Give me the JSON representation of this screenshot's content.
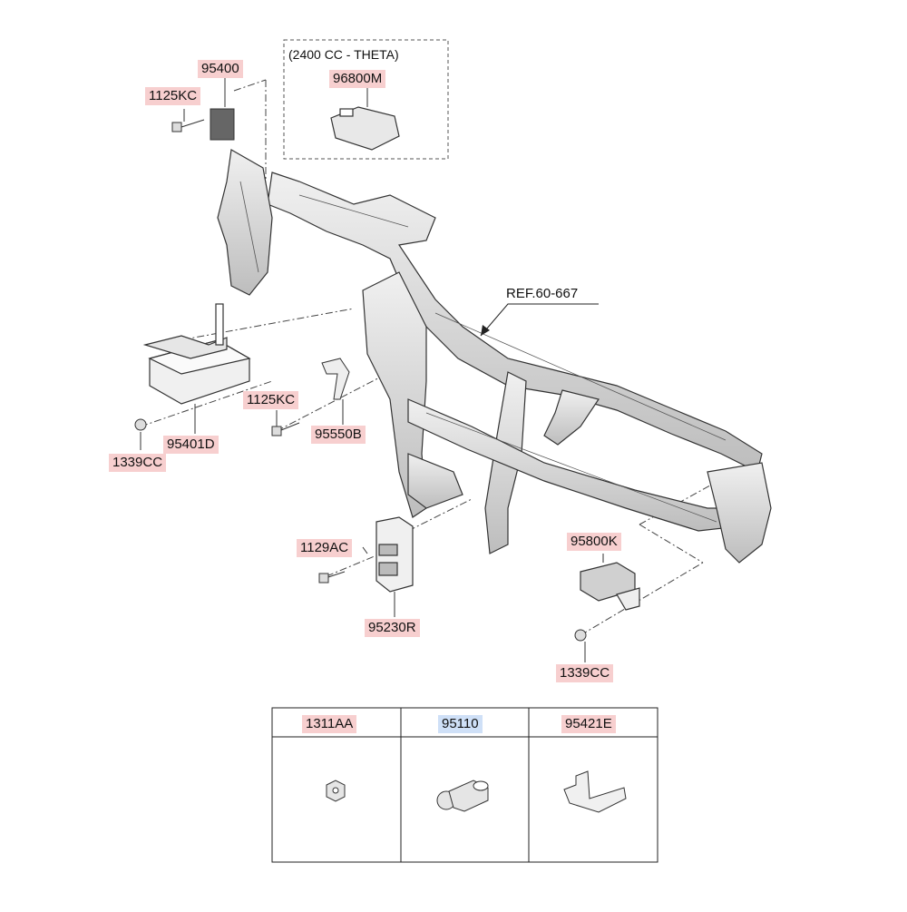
{
  "option_box": {
    "condition": "(2400 CC - THETA)",
    "part": "96800M"
  },
  "reference": "REF.60-667",
  "parts": {
    "p95400": "95400",
    "p1125KC_top": "1125KC",
    "p95401D": "95401D",
    "p1339CC_left": "1339CC",
    "p1125KC_mid": "1125KC",
    "p95550B": "95550B",
    "p1129AC": "1129AC",
    "p95230R": "95230R",
    "p95800K": "95800K",
    "p1339CC_right": "1339CC"
  },
  "legend_table": {
    "headers": [
      "1311AA",
      "95110",
      "95421E"
    ]
  },
  "colors": {
    "label_highlight": "#f7cfcf",
    "label_highlight_blue": "#cfe0f7",
    "part_fill": "#d9d9d9",
    "outline": "#333333"
  }
}
